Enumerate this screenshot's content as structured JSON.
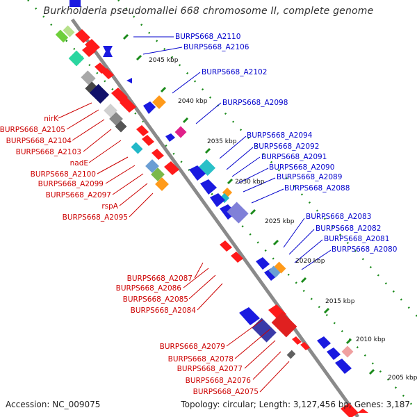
{
  "title": "Burkholderia pseudomallei 668 chromosome II, complete genome",
  "footer": {
    "accession": "Accession: NC_009075",
    "summary": "Topology: circular; Length: 3,127,456 bp; Genes: 3,187"
  },
  "colors": {
    "forward_label": "#cc0000",
    "reverse_label": "#0000cc",
    "backbone": "#808080",
    "dots": "#1a8a1a"
  },
  "scale_marks": [
    "2045 kbp",
    "2040 kbp",
    "2035 kbp",
    "2030 kbp",
    "2025 kbp",
    "2020 kbp",
    "2015 kbp",
    "2010 kbp",
    "2005 kbp"
  ],
  "reverse_labels": [
    "BURPS668_A2110",
    "BURPS668_A2106",
    "BURPS668_A2102",
    "BURPS668_A2098",
    "BURPS668_A2094",
    "BURPS668_A2092",
    "BURPS668_A2091",
    "BURPS668_A2090",
    "BURPS668_A2089",
    "BURPS668_A2088",
    "BURPS668_A2083",
    "BURPS668_A2082",
    "BURPS668_A2081",
    "BURPS668_A2080"
  ],
  "forward_labels": [
    "nirK",
    "BURPS668_A2105",
    "BURPS668_A2104",
    "BURPS668_A2103",
    "nadE",
    "BURPS668_A2100",
    "BURPS668_A2099",
    "BURPS668_A2097",
    "rspA",
    "BURPS668_A2095",
    "BURPS668_A2087",
    "BURPS668_A2086",
    "BURPS668_A2085",
    "BURPS668_A2084",
    "BURPS668_A2079",
    "BURPS668_A2078",
    "BURPS668_A2077",
    "BURPS668_A2076",
    "BURPS668_A2075"
  ]
}
